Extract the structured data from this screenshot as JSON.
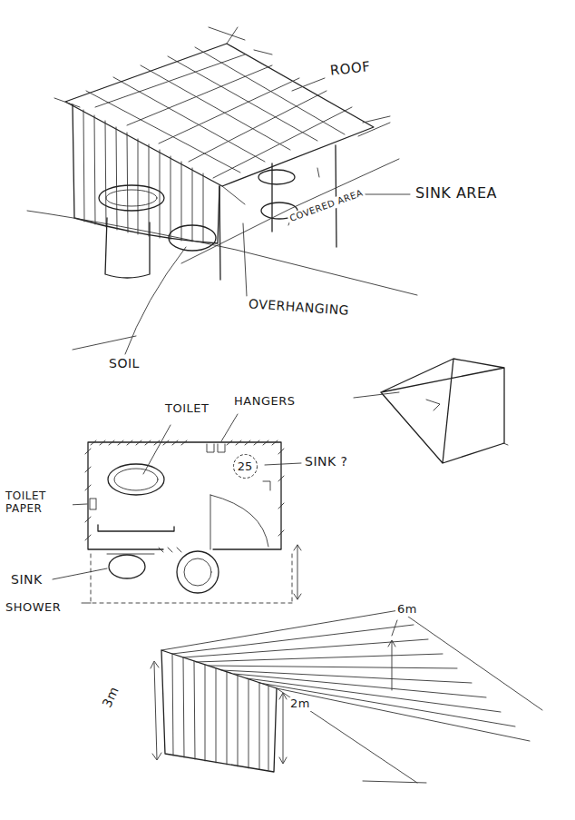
{
  "diagram": {
    "nodes": [
      {
        "text": [
          "25"
        ]
      }
    ],
    "labels": [
      "ROOF",
      "SINK AREA",
      "COVERED AREA",
      "OVERHANGING",
      "SOIL",
      "TOILET",
      "HANGERS",
      "SINK ?",
      "TOILET PAPER",
      "SINK",
      "SHOWER",
      "6m",
      "3m",
      "2m"
    ]
  }
}
